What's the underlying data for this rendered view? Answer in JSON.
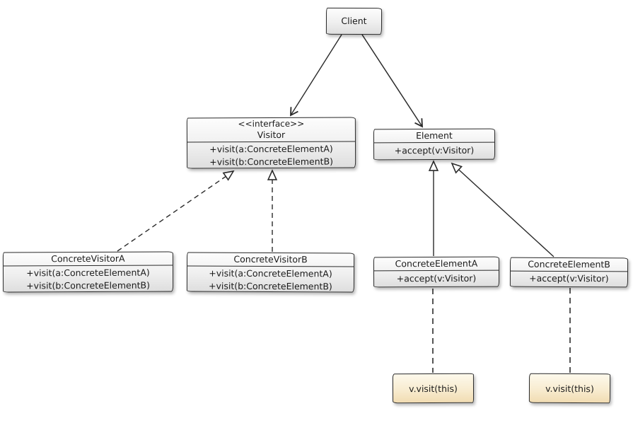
{
  "diagram": {
    "kind": "uml-class-diagram",
    "pattern": "Visitor design pattern",
    "classes": [
      {
        "id": "client",
        "stereotype": "",
        "name": "Client",
        "members": []
      },
      {
        "id": "visitor",
        "stereotype": "<<interface>>",
        "name": "Visitor",
        "members": [
          "+visit(a:ConcreteElementA)",
          "+visit(b:ConcreteElementB)"
        ]
      },
      {
        "id": "element",
        "stereotype": "",
        "name": "Element",
        "members": [
          "+accept(v:Visitor)"
        ]
      },
      {
        "id": "concrete-visitor-a",
        "stereotype": "",
        "name": "ConcreteVisitorA",
        "members": [
          "+visit(a:ConcreteElementA)",
          "+visit(b:ConcreteElementB)"
        ]
      },
      {
        "id": "concrete-visitor-b",
        "stereotype": "",
        "name": "ConcreteVisitorB",
        "members": [
          "+visit(a:ConcreteElementA)",
          "+visit(b:ConcreteElementB)"
        ]
      },
      {
        "id": "concrete-element-a",
        "stereotype": "",
        "name": "ConcreteElementA",
        "members": [
          "+accept(v:Visitor)"
        ]
      },
      {
        "id": "concrete-element-b",
        "stereotype": "",
        "name": "ConcreteElementB",
        "members": [
          "+accept(v:Visitor)"
        ]
      }
    ],
    "notes": [
      {
        "id": "note-a",
        "text": "v.visit(this)",
        "attached_to": "concrete-element-a"
      },
      {
        "id": "note-b",
        "text": "v.visit(this)",
        "attached_to": "concrete-element-b"
      }
    ],
    "relationships": [
      {
        "from": "client",
        "to": "visitor",
        "type": "association",
        "line": "solid",
        "head": "open-arrow"
      },
      {
        "from": "client",
        "to": "element",
        "type": "association",
        "line": "solid",
        "head": "open-arrow"
      },
      {
        "from": "concrete-visitor-a",
        "to": "visitor",
        "type": "realization",
        "line": "dashed",
        "head": "hollow-triangle"
      },
      {
        "from": "concrete-visitor-b",
        "to": "visitor",
        "type": "realization",
        "line": "dashed",
        "head": "hollow-triangle"
      },
      {
        "from": "concrete-element-a",
        "to": "element",
        "type": "generalization",
        "line": "solid",
        "head": "hollow-triangle"
      },
      {
        "from": "concrete-element-b",
        "to": "element",
        "type": "generalization",
        "line": "solid",
        "head": "hollow-triangle"
      },
      {
        "from": "note-a",
        "to": "concrete-element-a",
        "type": "note-anchor",
        "line": "dashed",
        "head": "none"
      },
      {
        "from": "note-b",
        "to": "concrete-element-b",
        "type": "note-anchor",
        "line": "dashed",
        "head": "none"
      }
    ],
    "colors": {
      "background": "#ffffff",
      "class_fill_top": "#fdfdfd",
      "class_fill_bottom": "#dedede",
      "note_fill_top": "#fdf9ec",
      "note_fill_bottom": "#f1dcb2",
      "border": "#2a2a2a",
      "note_anchor_line": "#555555",
      "text": "#1a1a1a"
    }
  }
}
